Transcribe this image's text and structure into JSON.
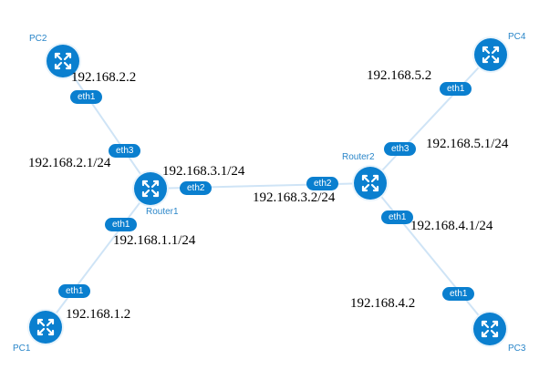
{
  "colors": {
    "node": "#0a7fcf",
    "link": "#cfe4f6",
    "node_label": "#2a86c9"
  },
  "nodes": {
    "pc1": {
      "label": "PC1",
      "icon": "router-arrows-icon"
    },
    "pc2": {
      "label": "PC2",
      "icon": "router-arrows-icon"
    },
    "pc3": {
      "label": "PC3",
      "icon": "router-arrows-icon"
    },
    "pc4": {
      "label": "PC4",
      "icon": "router-arrows-icon"
    },
    "router1": {
      "label": "Router1",
      "icon": "router-arrows-icon"
    },
    "router2": {
      "label": "Router2",
      "icon": "router-arrows-icon"
    }
  },
  "interfaces": {
    "pc2_eth1": "eth1",
    "router1_eth3": "eth3",
    "router1_eth2": "eth2",
    "router1_eth1": "eth1",
    "pc1_eth1": "eth1",
    "router2_eth2": "eth2",
    "router2_eth3": "eth3",
    "router2_eth1": "eth1",
    "pc4_eth1": "eth1",
    "pc3_eth1": "eth1"
  },
  "addresses": {
    "pc2": "192.168.2.2",
    "router1_eth3": "192.168.2.1/24",
    "router1_eth2": "192.168.3.1/24",
    "router1_eth1": "192.168.1.1/24",
    "pc1": "192.168.1.2",
    "router2_eth2": "192.168.3.2/24",
    "router2_eth3": "192.168.5.1/24",
    "router2_eth1": "192.168.4.1/24",
    "pc4": "192.168.5.2",
    "pc3": "192.168.4.2"
  }
}
